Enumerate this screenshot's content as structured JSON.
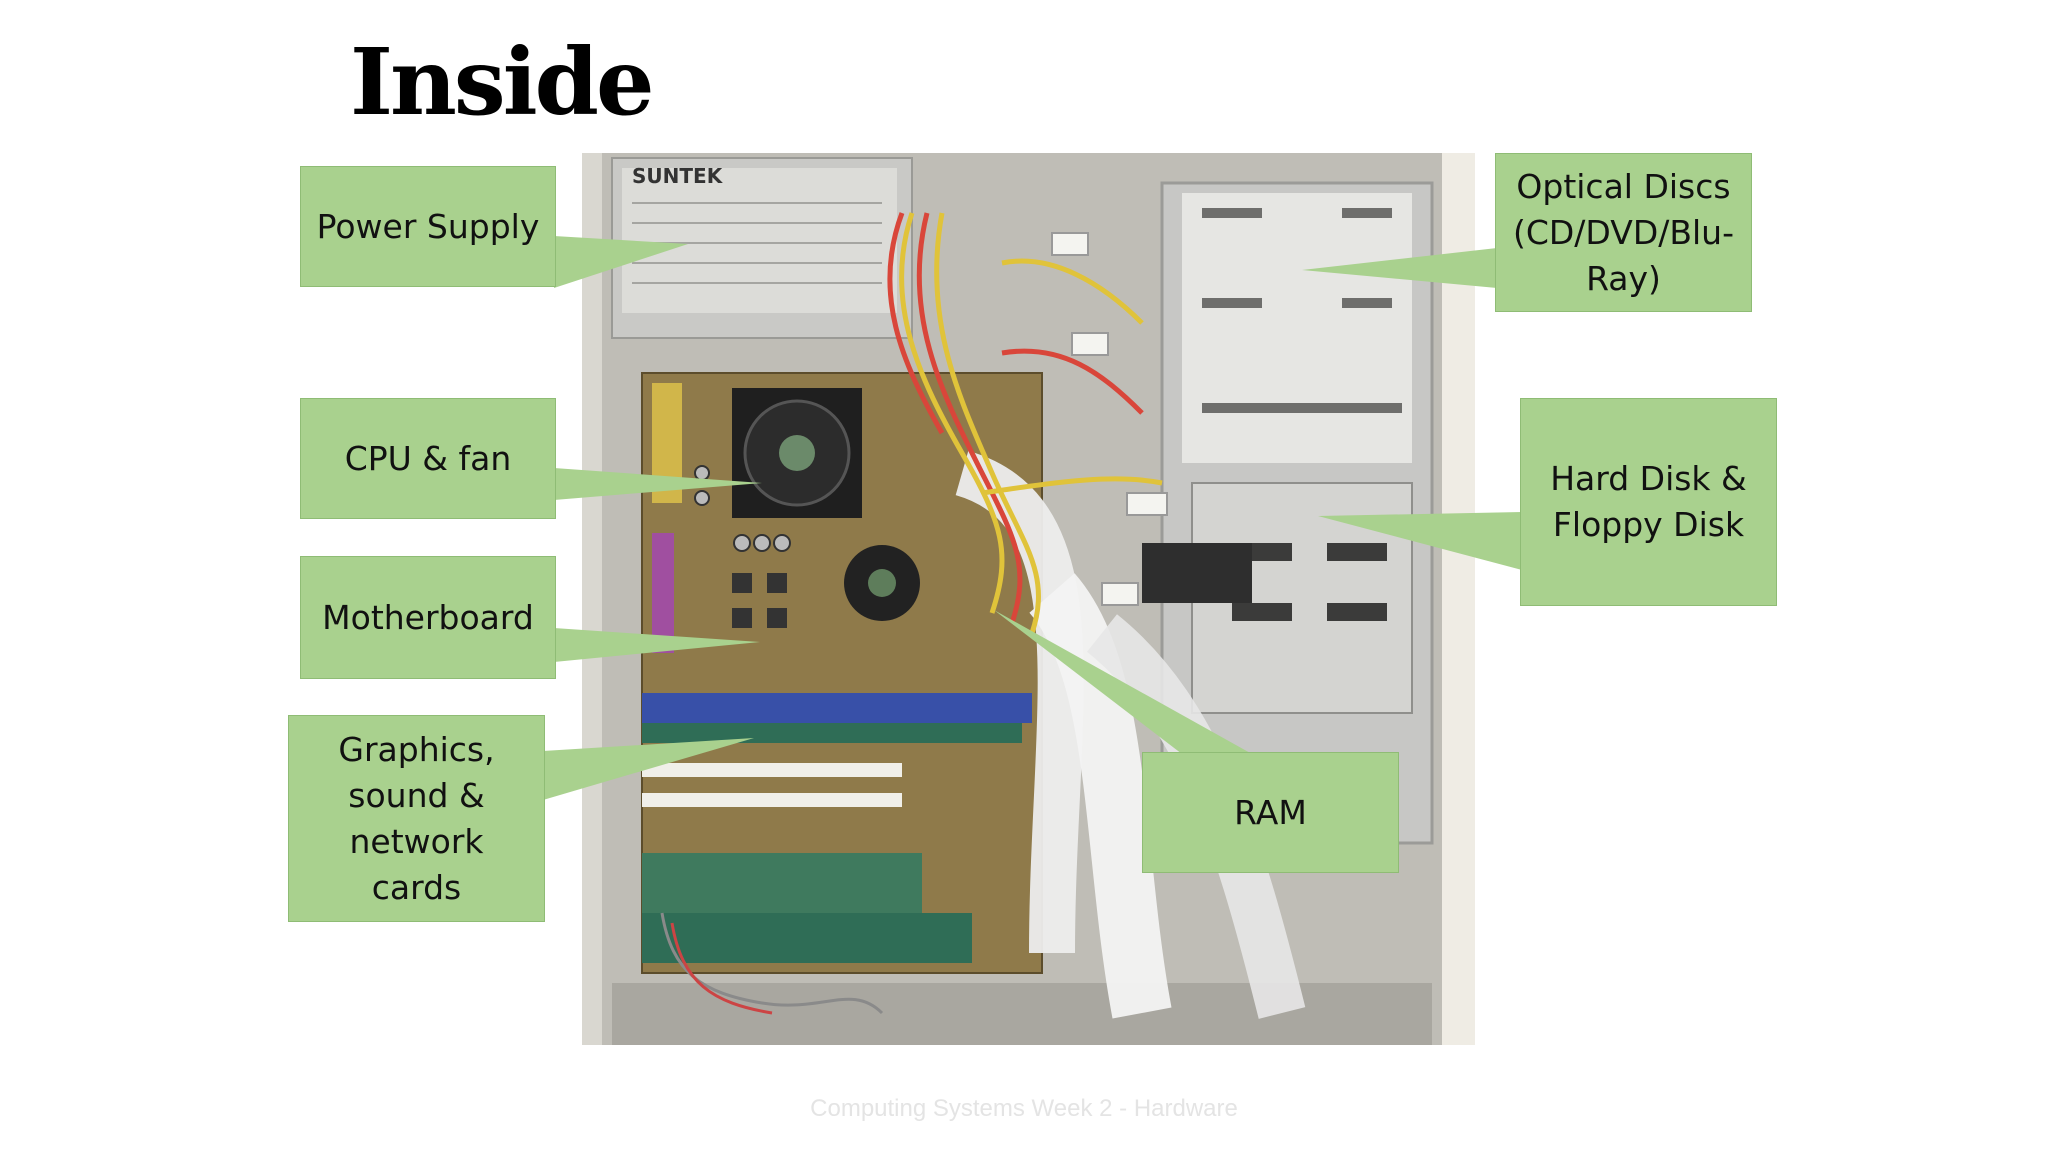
{
  "slide": {
    "title": "Inside",
    "footer": "Computing Systems Week 2 - Hardware"
  },
  "callouts": {
    "power_supply": "Power Supply",
    "cpu_fan": "CPU & fan",
    "motherboard": "Motherboard",
    "cards": "Graphics, sound & network cards",
    "optical": "Optical Discs (CD/DVD/Blu-Ray)",
    "hard_disk": "Hard Disk & Floppy Disk",
    "ram": "RAM"
  },
  "photo": {
    "psu_brand": "SUNTEK"
  },
  "colors": {
    "callout_fill": "#a9d18e",
    "callout_border": "#8fbc75",
    "footer_text": "#e4e4e4"
  }
}
